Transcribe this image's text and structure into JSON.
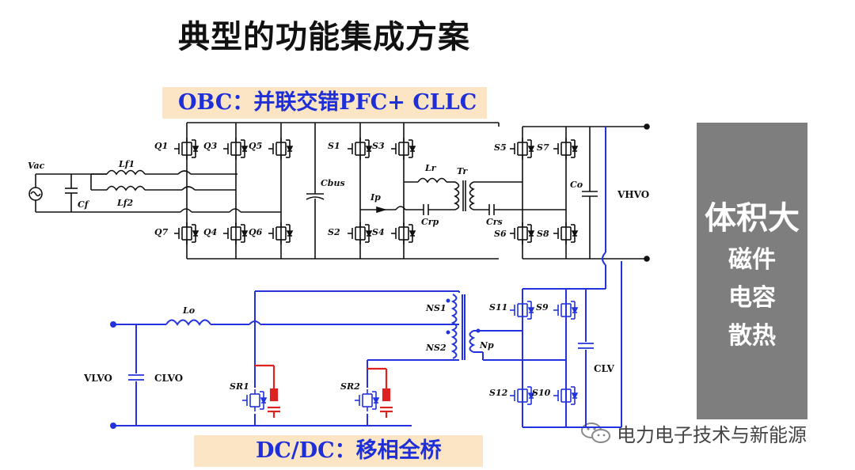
{
  "title": "典型的功能集成方案",
  "obc_banner": "OBC：并联交错PFC+ CLLC",
  "dcdc_banner": "DC/DC：移相全桥",
  "side_box": {
    "main": "体积大",
    "items": [
      "磁件",
      "电容",
      "散热"
    ],
    "color": "#7e7e7e"
  },
  "watermark": {
    "text": "电力电子技术与新能源",
    "icon": "wechat-icon"
  },
  "colors": {
    "banner_bg": "#fbe5c4",
    "banner_text": "#1f2fd8",
    "obc_wire": "#111111",
    "dcdc_wire": "#2233dd",
    "snubber": "#dd2222"
  },
  "obc_labels": {
    "vac": "Vac",
    "cf": "Cf",
    "lf1": "Lf1",
    "lf2": "Lf2",
    "q1": "Q1",
    "q3": "Q3",
    "q5": "Q5",
    "q7": "Q7",
    "q4": "Q4",
    "q6": "Q6",
    "cbus": "Cbus",
    "s1": "S1",
    "s3": "S3",
    "s2": "S2",
    "s4": "S4",
    "ip": "Ip",
    "lr": "Lr",
    "tr": "Tr",
    "crp": "Crp",
    "crs": "Crs",
    "s5": "S5",
    "s7": "S7",
    "s6": "S6",
    "s8": "S8",
    "co": "Co",
    "vhvo": "VHVO"
  },
  "dcdc_labels": {
    "lo": "Lo",
    "vlvo": "VLVO",
    "clvo": "CLVO",
    "ns1": "NS1",
    "ns2": "NS2",
    "np": "Np",
    "sr1": "SR1",
    "sr2": "SR2",
    "s11": "S11",
    "s9": "S9",
    "s12": "S12",
    "s10": "S10",
    "clv": "CLV"
  }
}
